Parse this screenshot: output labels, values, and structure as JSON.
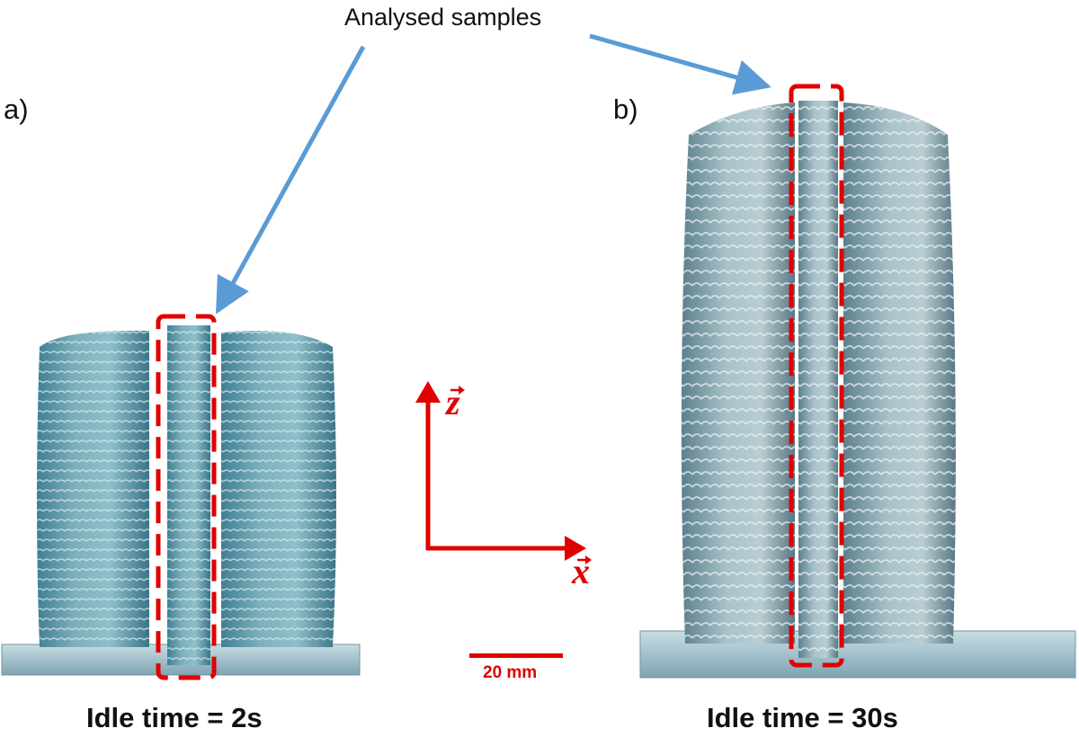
{
  "annotation": {
    "text": "Analysed samples"
  },
  "panels": [
    {
      "tag": "a)",
      "caption": "Idle time = 2s"
    },
    {
      "tag": "b)",
      "caption": "Idle time = 30s"
    }
  ],
  "axes": {
    "z": "z",
    "x": "x"
  },
  "scale_bar": {
    "label": "20 mm"
  },
  "colors": {
    "marker": "#e00000",
    "pointer": "#5b9bd5",
    "specimen": "#7aa6b2"
  }
}
